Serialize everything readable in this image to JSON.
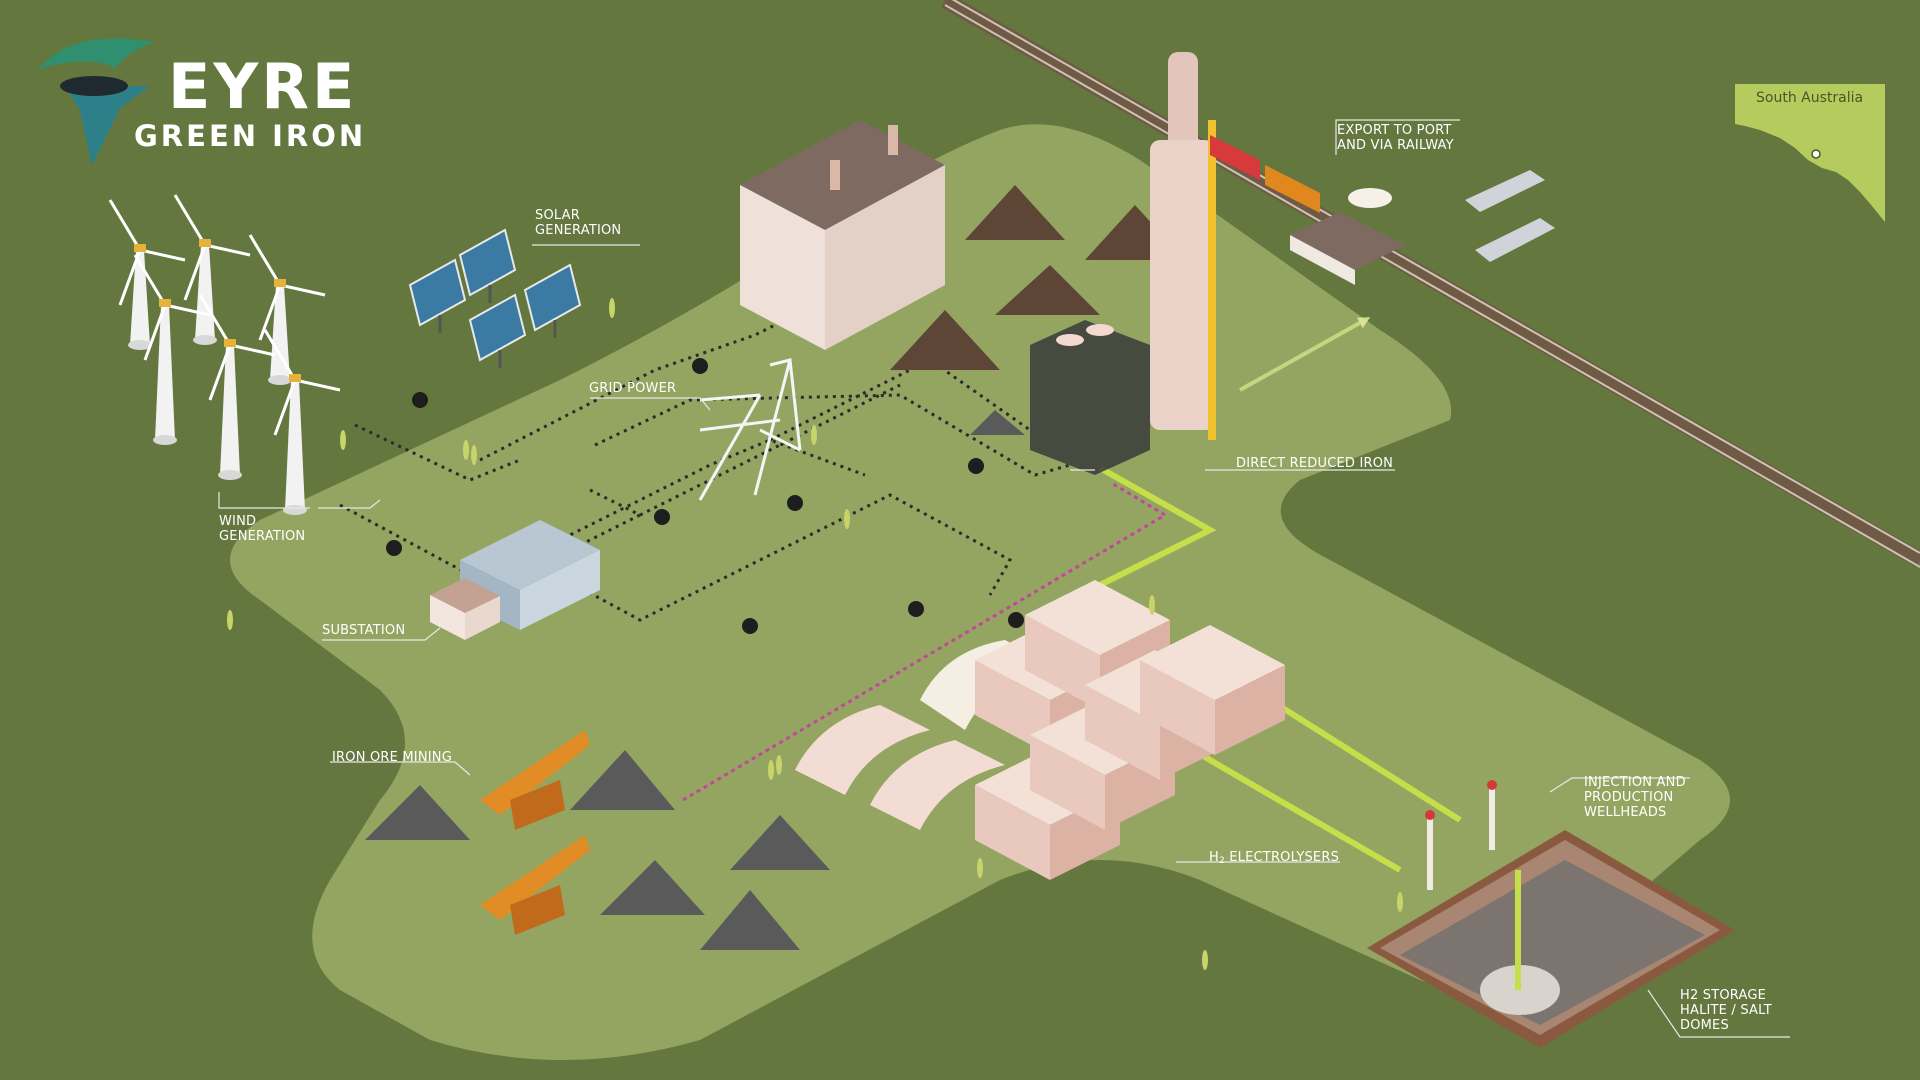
{
  "logo": {
    "brand": "EYRE",
    "tagline": "GREEN IRON"
  },
  "map_inset": {
    "region_label": "South Australia"
  },
  "labels": {
    "solar": [
      "SOLAR",
      "GENERATION"
    ],
    "wind": [
      "WIND",
      "GENERATION"
    ],
    "grid_power": "GRID POWER",
    "substation": "SUBSTATION",
    "iron_ore_mining": "IRON ORE MINING",
    "export": [
      "EXPORT TO PORT",
      "AND VIA RAILWAY"
    ],
    "direct_reduced_iron": "DIRECT REDUCED IRON",
    "electrolysers_prefix": "H",
    "electrolysers_sub": "2",
    "electrolysers_suffix": " ELECTROLYSERS",
    "wellheads": [
      "INJECTION AND",
      "PRODUCTION",
      "WELLHEADS"
    ],
    "h2_storage": [
      "H2 STORAGE",
      "HALITE / SALT",
      "DOMES"
    ]
  },
  "colors": {
    "background": "#64773f",
    "ground": "#94a562",
    "power_line": "#2b2b2b",
    "hydrogen_pipe": "#c6de4a",
    "import_line": "#c0479a",
    "buildings": "#f1d8cf"
  }
}
